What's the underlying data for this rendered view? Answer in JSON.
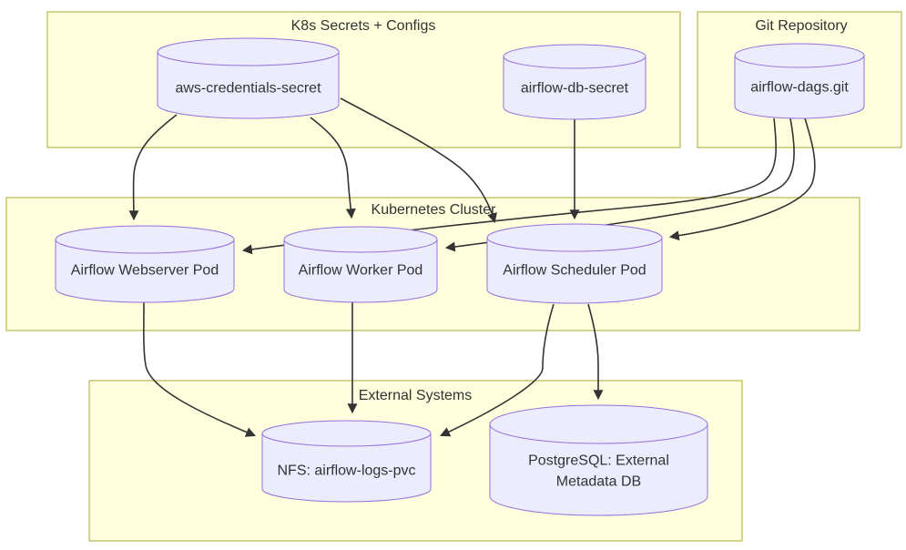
{
  "diagram_type": "flowchart",
  "groups": [
    {
      "id": "k8s-secrets",
      "title": "K8s Secrets + Configs"
    },
    {
      "id": "git-repo",
      "title": "Git Repository"
    },
    {
      "id": "k8s-cluster",
      "title": "Kubernetes Cluster"
    },
    {
      "id": "external-systems",
      "title": "External Systems"
    }
  ],
  "nodes": [
    {
      "id": "aws-credentials-secret",
      "label": "aws-credentials-secret",
      "shape": "cylinder",
      "group": "K8s Secrets + Configs"
    },
    {
      "id": "airflow-db-secret",
      "label": "airflow-db-secret",
      "shape": "cylinder",
      "group": "K8s Secrets + Configs"
    },
    {
      "id": "airflow-dags-git",
      "label": "airflow-dags.git",
      "shape": "cylinder",
      "group": "Git Repository"
    },
    {
      "id": "airflow-webserver-pod",
      "label": "Airflow Webserver Pod",
      "shape": "cylinder",
      "group": "Kubernetes Cluster"
    },
    {
      "id": "airflow-worker-pod",
      "label": "Airflow Worker Pod",
      "shape": "cylinder",
      "group": "Kubernetes Cluster"
    },
    {
      "id": "airflow-scheduler-pod",
      "label": "Airflow Scheduler Pod",
      "shape": "cylinder",
      "group": "Kubernetes Cluster"
    },
    {
      "id": "nfs-airflow-logs-pvc",
      "label": "NFS: airflow-logs-pvc",
      "shape": "cylinder",
      "group": "External Systems"
    },
    {
      "id": "postgresql-metadata-db",
      "label": "PostgreSQL: External Metadata DB",
      "label_lines": [
        "PostgreSQL: External",
        "Metadata DB"
      ],
      "shape": "cylinder",
      "group": "External Systems"
    }
  ],
  "edges": [
    {
      "from": "aws-credentials-secret",
      "to": "airflow-webserver-pod"
    },
    {
      "from": "aws-credentials-secret",
      "to": "airflow-worker-pod"
    },
    {
      "from": "aws-credentials-secret",
      "to": "airflow-scheduler-pod"
    },
    {
      "from": "airflow-db-secret",
      "to": "airflow-scheduler-pod"
    },
    {
      "from": "airflow-dags-git",
      "to": "airflow-scheduler-pod"
    },
    {
      "from": "airflow-dags-git",
      "to": "airflow-worker-pod"
    },
    {
      "from": "airflow-dags-git",
      "to": "airflow-webserver-pod"
    },
    {
      "from": "airflow-webserver-pod",
      "to": "nfs-airflow-logs-pvc"
    },
    {
      "from": "airflow-worker-pod",
      "to": "nfs-airflow-logs-pvc"
    },
    {
      "from": "airflow-scheduler-pod",
      "to": "nfs-airflow-logs-pvc"
    },
    {
      "from": "airflow-scheduler-pod",
      "to": "postgresql-metadata-db"
    }
  ],
  "colors": {
    "group_fill": "#ffffde",
    "group_border": "#aaaa33",
    "node_fill": "#ececff",
    "node_border": "#9370db",
    "edge": "#333333",
    "text": "#333333"
  }
}
